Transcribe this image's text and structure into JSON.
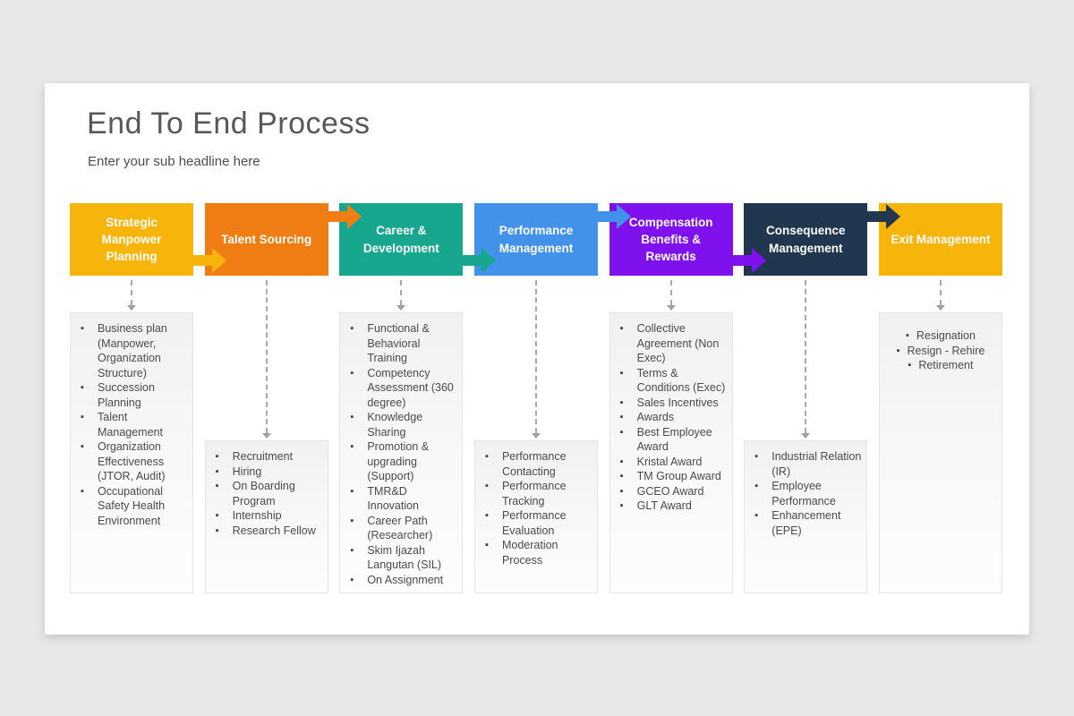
{
  "page": {
    "background_color": "#e8e8e8"
  },
  "slide": {
    "title": "End To End Process",
    "subtitle": "Enter your sub headline here",
    "title_color": "#58585a"
  },
  "connector_color": "#a8a8a8",
  "columns": [
    {
      "label": "Strategic Manpower Planning",
      "color": "#f7b50c",
      "card_style": "tall",
      "align": "left",
      "items": [
        "Business plan (Manpower, Organization Structure)",
        "Succession Planning",
        "Talent Management",
        "Organization Effectiveness (JTOR, Audit)",
        "Occupational Safety Health Environment"
      ]
    },
    {
      "label": "Talent Sourcing",
      "color": "#f07d13",
      "card_style": "short",
      "align": "left",
      "items": [
        "Recruitment",
        "Hiring",
        "On Boarding Program",
        "Internship",
        "Research Fellow"
      ]
    },
    {
      "label": "Career & Development",
      "color": "#17a68e",
      "card_style": "tall",
      "align": "left",
      "items": [
        "Functional & Behavioral Training",
        "Competency Assessment (360 degree)",
        "Knowledge Sharing",
        "Promotion & upgrading (Support)",
        "TMR&D Innovation",
        "Career Path (Researcher)",
        " Skim Ijazah Langutan (SIL)",
        "On Assignment"
      ]
    },
    {
      "label": "Performance Management",
      "color": "#4292ea",
      "card_style": "short",
      "align": "left",
      "items": [
        "Performance Contacting",
        "Performance Tracking",
        "Performance Evaluation",
        "Moderation Process"
      ]
    },
    {
      "label": "Compensation Benefits & Rewards",
      "color": "#7f11ef",
      "card_style": "tall",
      "align": "left",
      "items": [
        "Collective Agreement (Non Exec)",
        "Terms & Conditions (Exec)",
        "Sales Incentives",
        "Awards",
        "Best Employee Award",
        "Kristal Award",
        "TM Group Award",
        "GCEO Award",
        "GLT Award"
      ]
    },
    {
      "label": "Consequence Management",
      "color": "#20374f",
      "card_style": "short",
      "align": "left",
      "items": [
        "Industrial Relation (IR)",
        "Employee Performance",
        "Enhancement (EPE)"
      ]
    },
    {
      "label": "Exit Management",
      "color": "#f7b50c",
      "card_style": "tall",
      "align": "center",
      "items": [
        "Resignation",
        "Resign - Rehire",
        "Retirement"
      ]
    }
  ],
  "icons": {
    "bullet": "▪"
  }
}
